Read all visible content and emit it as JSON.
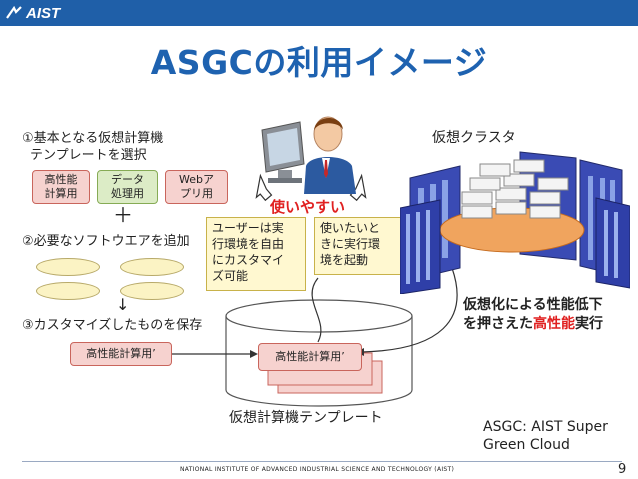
{
  "header": {
    "logo_text": "AIST"
  },
  "title": "ASGCの利用イメージ",
  "step1": {
    "line1": "①基本となる仮想計算機",
    "line2": "テンプレートを選択"
  },
  "templates": [
    "高性能計算用",
    "データ処理用",
    "Webアプリ用"
  ],
  "plus": "＋",
  "step2": "②必要なソフトウエアを追加",
  "arrow_down": "↓",
  "step3": "③カスタマイズしたものを保存",
  "saved_box": "高性能計算用’",
  "store_box": "高性能計算用’",
  "store_label": "仮想計算機テンプレート",
  "easy_label": "使いやすい",
  "note1": [
    "ユーザーは実",
    "行環境を自由",
    "にカスタマイ",
    "ズ可能"
  ],
  "note2": [
    "使いたいと",
    "きに実行環",
    "境を起動"
  ],
  "cluster_label": "仮想クラスタ",
  "perf": {
    "line1": "仮想化による性能低下",
    "line2_pre": "を押さえた",
    "line2_red": "高性能",
    "line2_post": "実行"
  },
  "asgc": {
    "line1": "ASGC: AIST Super",
    "line2": "Green Cloud"
  },
  "footer": "NATIONAL INSTITUTE OF ADVANCED INDUSTRIAL SCIENCE AND TECHNOLOGY (AIST)",
  "page_number": "9",
  "colors": {
    "brand_blue": "#1f5fa8",
    "title_blue": "#1e62b0",
    "highlight_red": "#e02020"
  }
}
